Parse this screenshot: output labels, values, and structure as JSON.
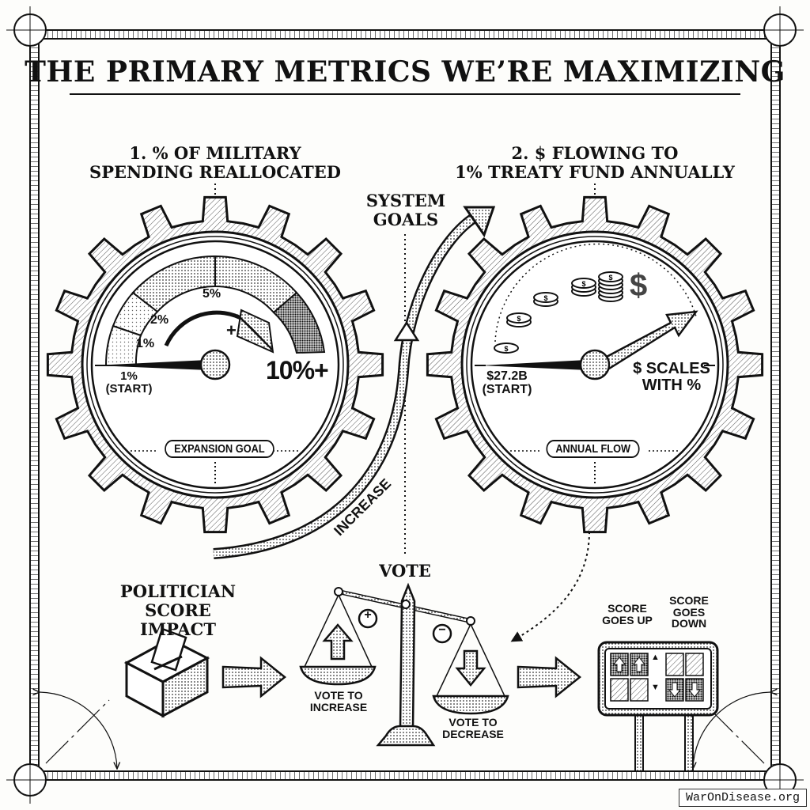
{
  "title": "THE PRIMARY METRICS WE’RE MAXIMIZING",
  "metric1": {
    "heading_line1": "1. % OF MILITARY",
    "heading_line2": "SPENDING REALLOCATED",
    "gauge_labels": [
      "1%",
      "2%",
      "5%"
    ],
    "plus_sign": "+",
    "target": "10%+",
    "start_value": "1%",
    "start_note": "(START)",
    "pill": "EXPANSION GOAL"
  },
  "metric2": {
    "heading_line1": "2. $ FLOWING TO",
    "heading_line2": "1% TREATY FUND ANNUALLY",
    "start_value": "$27.2B",
    "start_note": "(START)",
    "scales_line1": "$ SCALES",
    "scales_line2": "WITH %",
    "dollar_glyph": "$",
    "pill": "ANNUAL FLOW"
  },
  "system_goals": {
    "line1": "SYSTEM",
    "line2": "GOALS"
  },
  "increase_label": "INCREASE",
  "politician": {
    "line1": "POLITICIAN",
    "line2": "SCORE IMPACT"
  },
  "vote": {
    "title": "VOTE",
    "plus_badge": "+",
    "minus_badge": "−",
    "increase_line1": "VOTE TO",
    "increase_line2": "INCREASE",
    "decrease_line1": "VOTE TO",
    "decrease_line2": "DECREASE"
  },
  "scoreboard": {
    "up_line1": "SCORE",
    "up_line2": "GOES UP",
    "down_line1": "SCORE",
    "down_line2": "GOES",
    "down_line3": "DOWN",
    "up_marker": "▲",
    "down_marker": "▼"
  },
  "watermark": "WarOnDisease.org"
}
